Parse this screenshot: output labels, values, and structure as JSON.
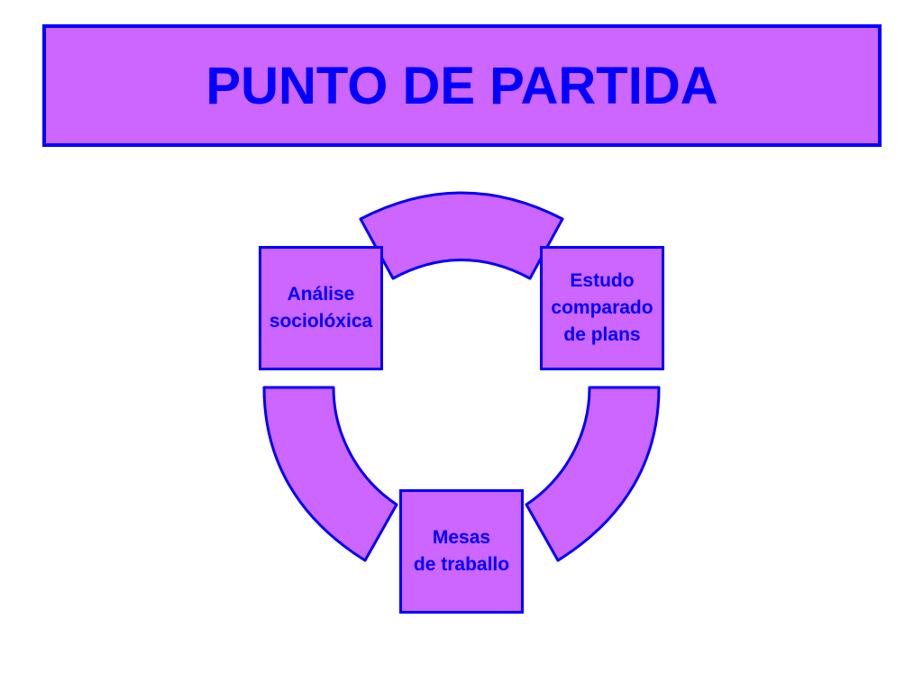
{
  "title": "PUNTO DE PARTIDA",
  "colors": {
    "fill": "#cc66ff",
    "stroke": "#0000ff",
    "text": "#0000ff",
    "background": "#ffffff"
  },
  "nodes": [
    {
      "label": "Análise\nsociolóxica"
    },
    {
      "label": "Estudo\ncomparado\nde plans"
    },
    {
      "label": "Mesas\nde traballo"
    }
  ]
}
